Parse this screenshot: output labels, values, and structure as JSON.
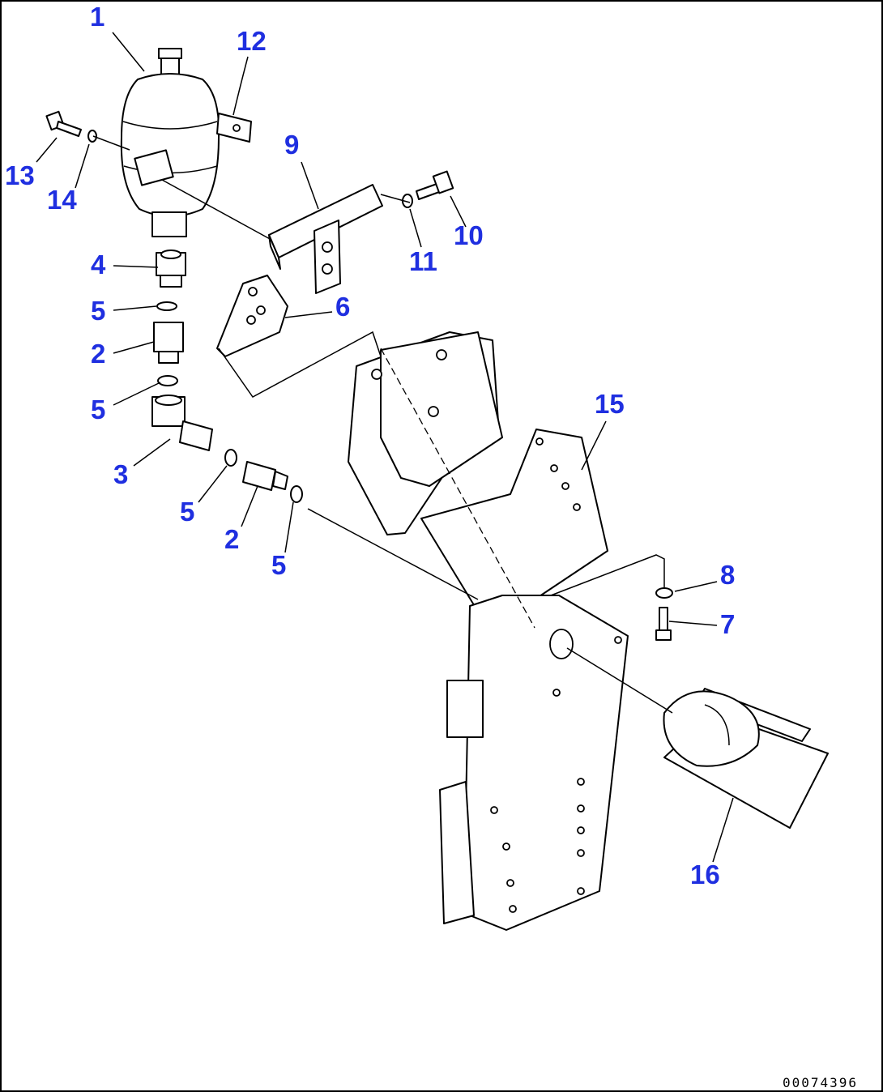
{
  "diagram": {
    "callouts": [
      {
        "id": "c1",
        "text": "1"
      },
      {
        "id": "c12",
        "text": "12"
      },
      {
        "id": "c9",
        "text": "9"
      },
      {
        "id": "c13",
        "text": "13"
      },
      {
        "id": "c14",
        "text": "14"
      },
      {
        "id": "c10",
        "text": "10"
      },
      {
        "id": "c11",
        "text": "11"
      },
      {
        "id": "c4",
        "text": "4"
      },
      {
        "id": "c6",
        "text": "6"
      },
      {
        "id": "c5a",
        "text": "5"
      },
      {
        "id": "c2a",
        "text": "2"
      },
      {
        "id": "c5b",
        "text": "5"
      },
      {
        "id": "c15",
        "text": "15"
      },
      {
        "id": "c3",
        "text": "3"
      },
      {
        "id": "c5c",
        "text": "5"
      },
      {
        "id": "c2b",
        "text": "2"
      },
      {
        "id": "c5d",
        "text": "5"
      },
      {
        "id": "c8",
        "text": "8"
      },
      {
        "id": "c7",
        "text": "7"
      },
      {
        "id": "c16",
        "text": "16"
      }
    ],
    "document_number": "00074396",
    "callout_color": "#1f2fe0"
  }
}
